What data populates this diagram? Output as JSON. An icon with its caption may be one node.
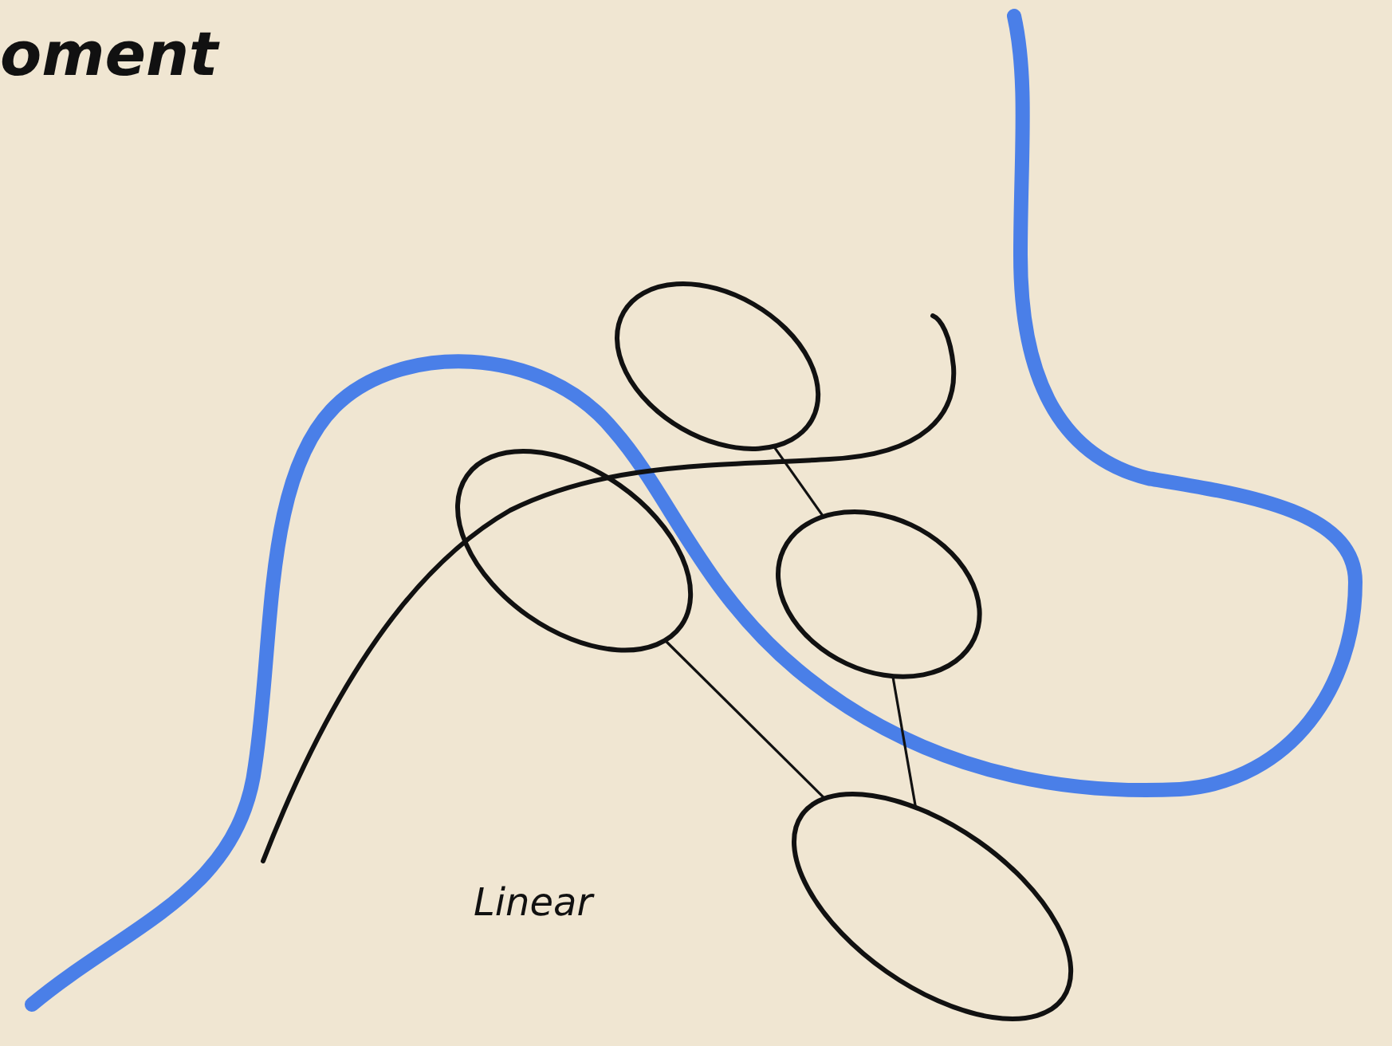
{
  "diagram": {
    "title": "oment",
    "nodes": [
      {
        "text": [],
        "shape": "ellipse"
      },
      {
        "text": [],
        "shape": "ellipse"
      },
      {
        "text": [],
        "shape": "ellipse"
      },
      {
        "text": [],
        "shape": "ellipse"
      }
    ],
    "edges": [
      {
        "from": 0,
        "to": 2,
        "arrow": "none"
      },
      {
        "from": 1,
        "to": 3,
        "arrow": "none"
      },
      {
        "from": 2,
        "to": 3,
        "arrow": "none"
      }
    ],
    "labels": [
      "Linear"
    ]
  }
}
